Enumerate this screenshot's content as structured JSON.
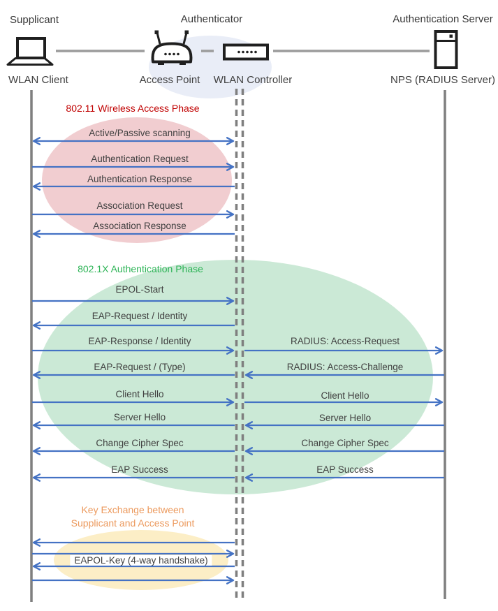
{
  "header": {
    "supplicant_role": "Supplicant",
    "authenticator_role": "Authenticator",
    "server_role": "Authentication Server",
    "supplicant_device": "WLAN Client",
    "ap_device": "Access Point",
    "controller_device": "WLAN Controller",
    "server_device": "NPS (RADIUS Server)"
  },
  "icons": {
    "supplicant": "laptop-icon",
    "access_point": "wireless-router-icon",
    "controller": "switch-controller-icon",
    "server": "server-tower-icon"
  },
  "phases": {
    "wireless": {
      "title": "802.11 Wireless Access Phase",
      "color": "#C00000",
      "ellipse_color": "#F1CDD0"
    },
    "dot1x": {
      "title": "802.1X Authentication Phase",
      "color": "#2EB457",
      "ellipse_color": "#CBE9D6"
    },
    "key_exchange": {
      "title_line1": "Key Exchange between",
      "title_line2": "Supplicant and Access Point",
      "color": "#EC9A5E",
      "ellipse_color": "#FCEEC6"
    }
  },
  "sequence": {
    "left_lane": [
      {
        "label": "Active/Passive scanning",
        "direction": "both"
      },
      {
        "label": "Authentication Request",
        "direction": "right"
      },
      {
        "label": "Authentication Response",
        "direction": "left"
      },
      {
        "label": "Association Request",
        "direction": "right"
      },
      {
        "label": "Association Response",
        "direction": "left"
      },
      {
        "label": "EPOL-Start",
        "direction": "right"
      },
      {
        "label": "EAP-Request / Identity",
        "direction": "left"
      },
      {
        "label": "EAP-Response / Identity",
        "direction": "right"
      },
      {
        "label": "EAP-Request / (Type)",
        "direction": "left"
      },
      {
        "label": "Client Hello",
        "direction": "right"
      },
      {
        "label": "Server Hello",
        "direction": "left"
      },
      {
        "label": "Change Cipher Spec",
        "direction": "left"
      },
      {
        "label": "EAP Success",
        "direction": "left"
      },
      {
        "label": "EAPOL-Key (4-way handshake)",
        "direction": "4-way"
      }
    ],
    "right_lane": [
      {
        "label": "RADIUS: Access-Request",
        "direction": "right"
      },
      {
        "label": "RADIUS: Access-Challenge",
        "direction": "left"
      },
      {
        "label": "Client Hello",
        "direction": "right"
      },
      {
        "label": "Server Hello",
        "direction": "left"
      },
      {
        "label": "Change Cipher Spec",
        "direction": "left"
      },
      {
        "label": "EAP Success",
        "direction": "left"
      }
    ]
  },
  "colors": {
    "arrow": "#4472C4",
    "lifeline": "#7F7F7F",
    "connector": "#9C9C9C",
    "message_text": "#404040",
    "header_ellipse": "#E9EDF7"
  }
}
